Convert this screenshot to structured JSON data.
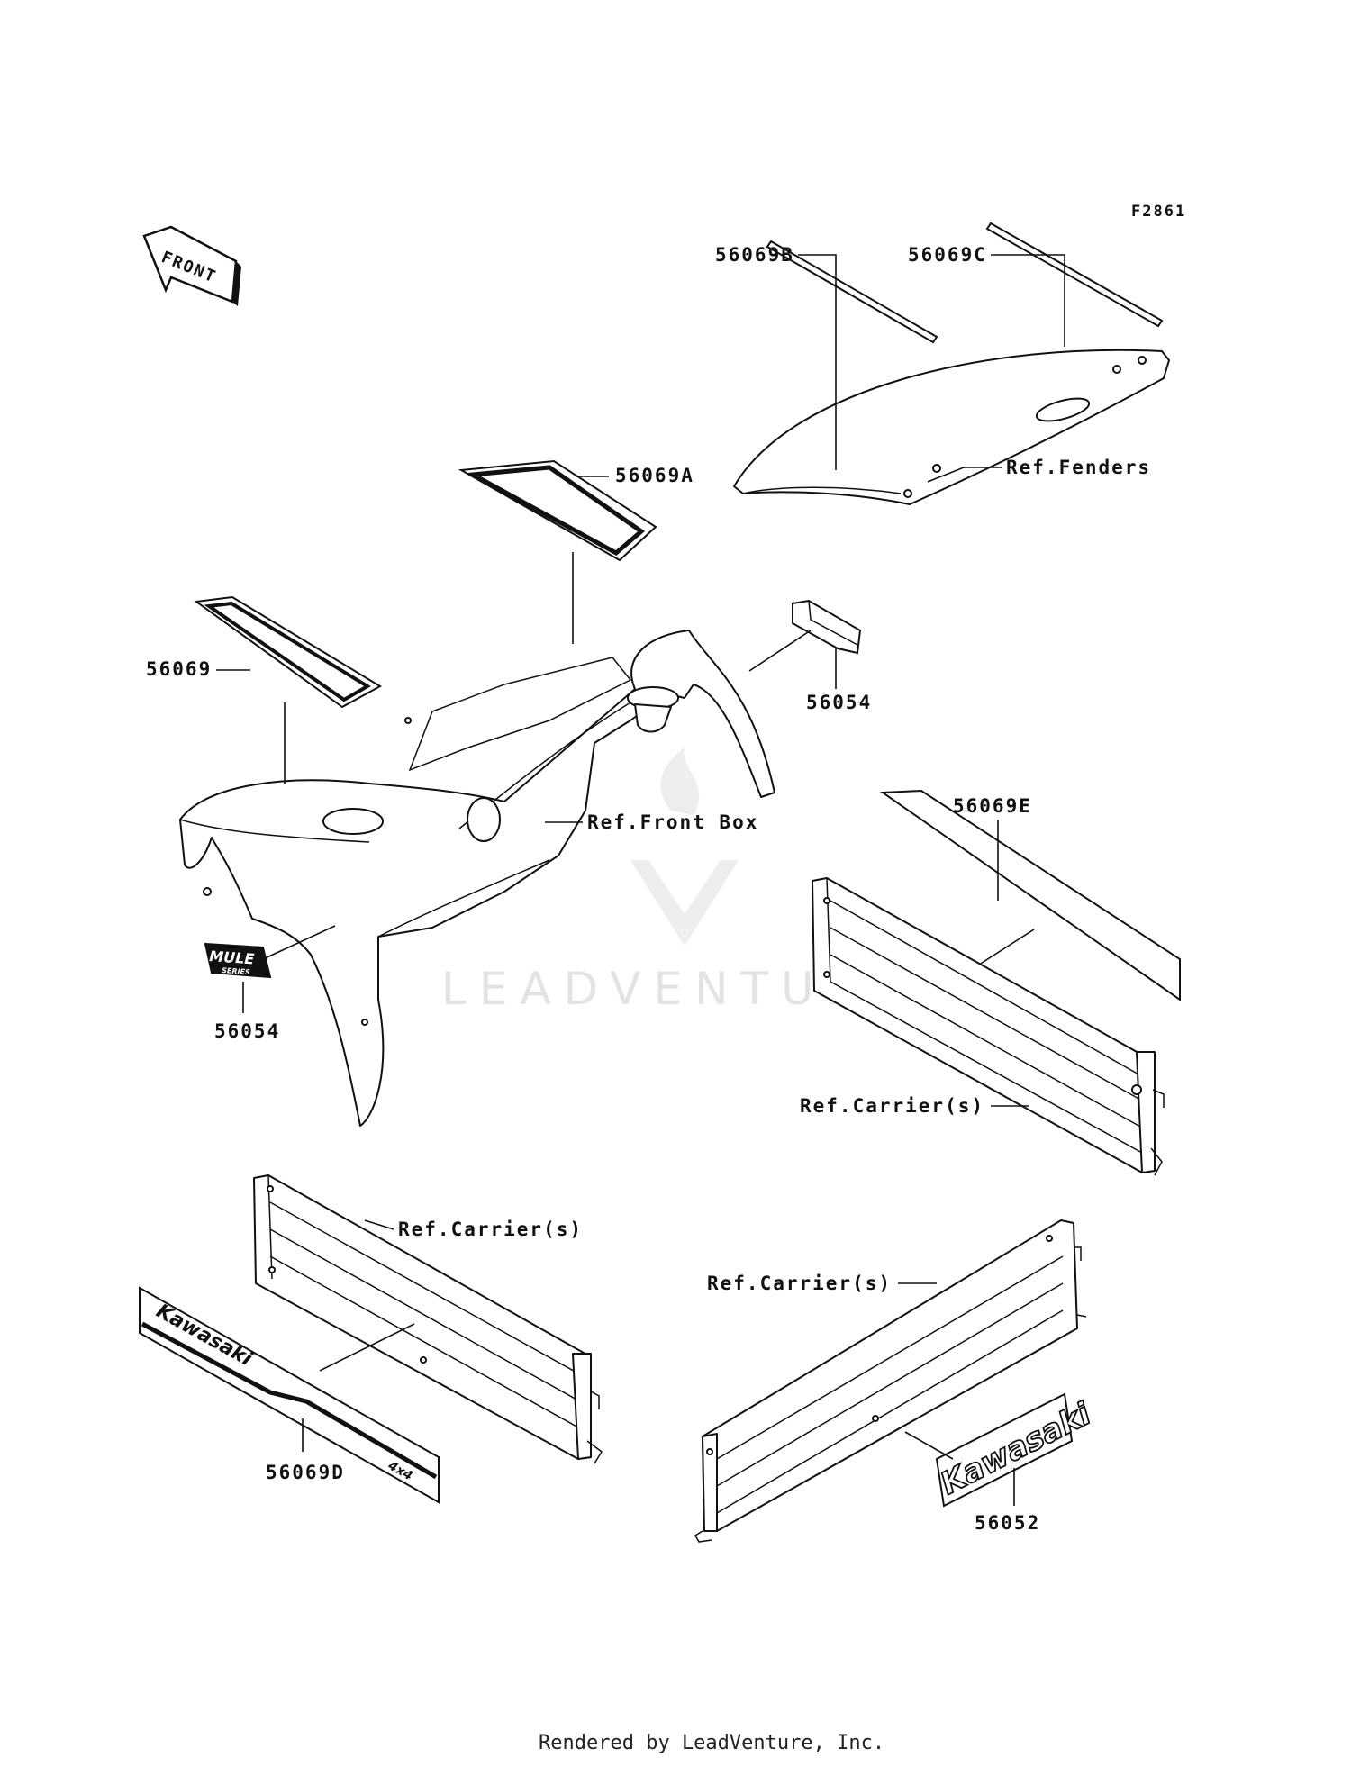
{
  "figure": {
    "code": "F2861",
    "front_arrow": "FRONT"
  },
  "parts": {
    "p56069B": "56069B",
    "p56069C": "56069C",
    "p56069A": "56069A",
    "p56069": "56069",
    "p56054_upper": "56054",
    "p56054_lower": "56054",
    "p56069E": "56069E",
    "p56069D": "56069D",
    "p56052": "56052"
  },
  "references": {
    "fenders": "Ref.Fenders",
    "front_box": "Ref.Front Box",
    "carrier_right": "Ref.Carrier(s)",
    "carrier_left": "Ref.Carrier(s)",
    "carrier_bottom": "Ref.Carrier(s)"
  },
  "decals": {
    "mule_line1": "MULE",
    "mule_line2": "SERIES",
    "kawasaki_stripe": "Kawasaki",
    "kawasaki_stripe_badge": "4x4",
    "kawasaki_emblem": "Kawasaki"
  },
  "watermark": "LEADVENTURE",
  "footer": "Rendered by LeadVenture, Inc."
}
